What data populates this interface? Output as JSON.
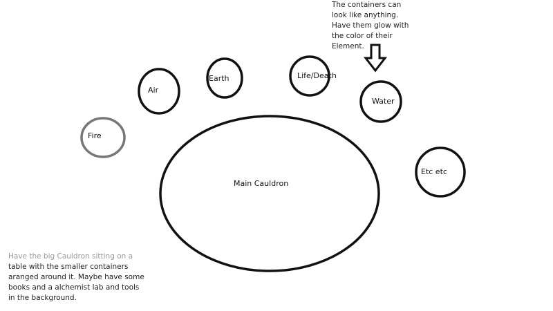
{
  "main_cauldron": {
    "label": "Main Cauldron"
  },
  "containers": [
    {
      "id": "fire",
      "label": "Fire"
    },
    {
      "id": "air",
      "label": "Air"
    },
    {
      "id": "earth",
      "label": "Earth"
    },
    {
      "id": "life-death",
      "label": "Life/Death"
    },
    {
      "id": "water",
      "label": "Water"
    },
    {
      "id": "etc",
      "label": "Etc etc"
    }
  ],
  "top_note": {
    "lines": [
      "The containers can",
      "look like anything.",
      "Have them glow with",
      "the color of their",
      "Element."
    ]
  },
  "bottom_note": {
    "lines": [
      "Have the big Cauldron sitting on a",
      "table with the smaller containers",
      "aranged around it. Maybe have some",
      "books and a alchemist lab and tools",
      "in the background."
    ]
  }
}
